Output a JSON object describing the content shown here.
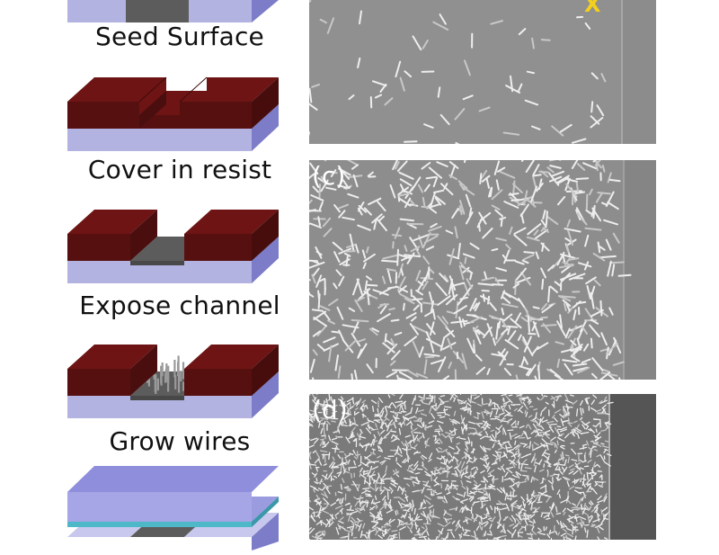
{
  "steps": [
    {
      "label": "Seed Surface",
      "icon": "seed-surface-substrate"
    },
    {
      "label": "Cover in resist",
      "icon": "resist-covered-substrate"
    },
    {
      "label": "Expose channel",
      "icon": "exposed-channel-substrate"
    },
    {
      "label": "Grow wires",
      "icon": "grown-wires-substrate"
    },
    {
      "label": "",
      "icon": "cover-plate-assembly"
    }
  ],
  "panels": [
    {
      "letter": "",
      "marker": "X",
      "density": "sparse"
    },
    {
      "letter": "(c)",
      "marker": "",
      "density": "medium"
    },
    {
      "letter": "(d)",
      "marker": "",
      "density": "dense"
    }
  ],
  "colors": {
    "substrate_top": "#c8c8ee",
    "substrate_front": "#b3b3e2",
    "substrate_side": "#7c7cc8",
    "resist_top": "#6e1414",
    "resist_front": "#561010",
    "resist_side": "#470d0d",
    "channel_floor": "#5c5c5c",
    "channel_wall": "#484848",
    "wire": "#9a9a9a",
    "sem_background": "#8a8a8a",
    "sem_wire": "#f0f0f0",
    "sem_dark_strip": "#555555",
    "marker": "#f2d01b"
  }
}
